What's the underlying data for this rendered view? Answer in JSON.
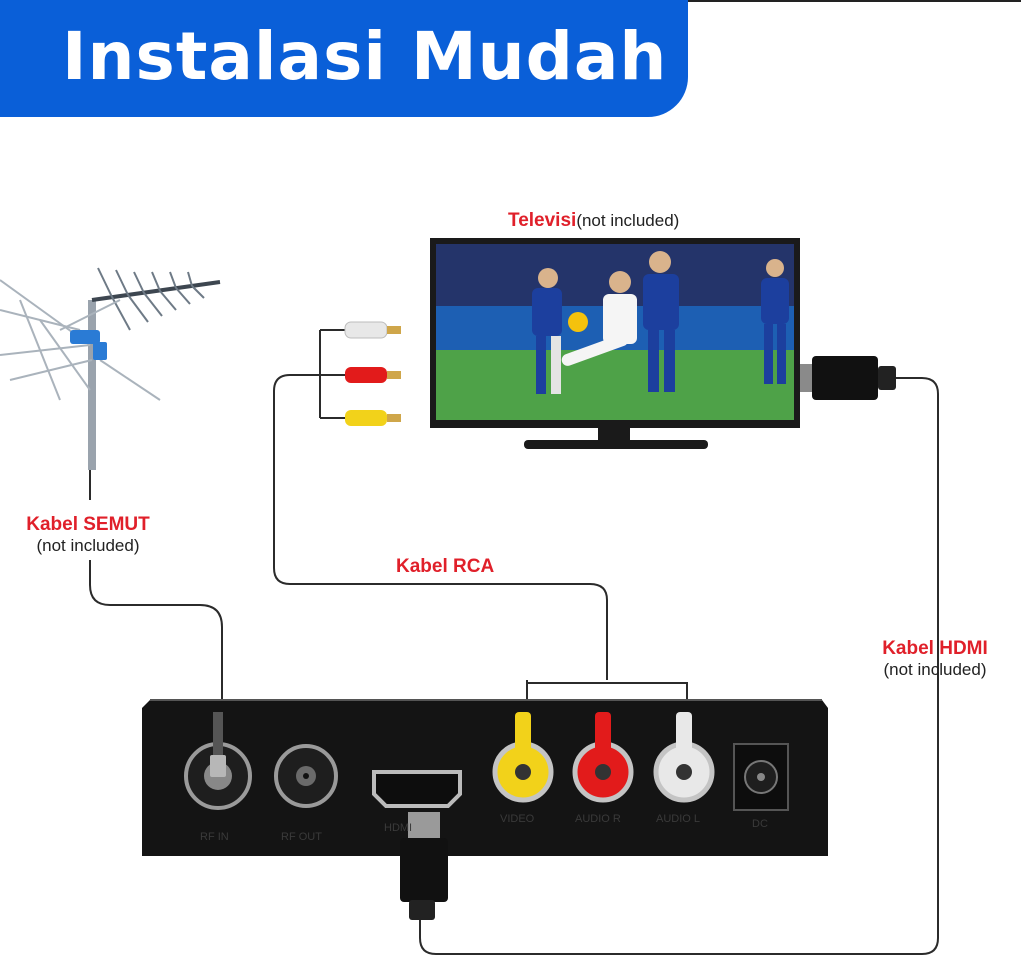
{
  "banner": {
    "title": "Instalasi Mudah"
  },
  "tv": {
    "label": "Televisi",
    "note": "(not included)"
  },
  "antenna_cable": {
    "label": "Kabel SEMUT",
    "note": "(not included)"
  },
  "rca_cable": {
    "label": "Kabel RCA"
  },
  "hdmi_cable": {
    "label": "Kabel HDMI",
    "note": "(not included)"
  },
  "device": {
    "ports": {
      "rf_in": "RF IN",
      "rf_out": "RF OUT",
      "hdmi": "HDMI",
      "video": "VIDEO",
      "audio_r": "AUDIO R",
      "audio_l": "AUDIO L",
      "dc": "DC"
    }
  },
  "colors": {
    "banner": "#0a5fd8",
    "label_red": "#e0202a",
    "rca_yellow": "#f2d21a",
    "rca_red": "#e21b1b",
    "rca_white": "#e8e8e8"
  }
}
